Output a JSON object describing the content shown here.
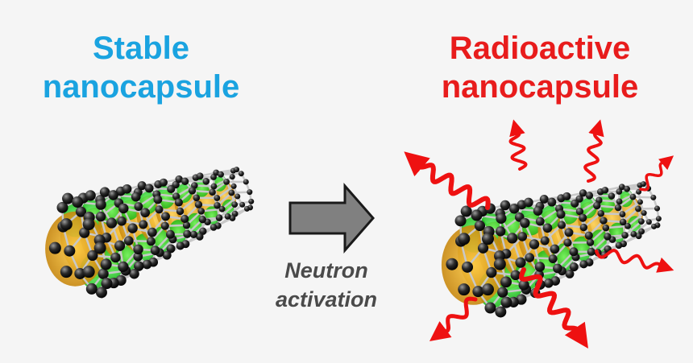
{
  "left_title": {
    "line1": "Stable",
    "line2": "nanocapsule"
  },
  "right_title": {
    "line1": "Radioactive",
    "line2": "nanocapsule"
  },
  "process": {
    "line1": "Neutron",
    "line2": "activation"
  },
  "colors": {
    "stable_title": "#1aa3e0",
    "radioactive_title": "#e81c1c",
    "arrow_fill": "#808080",
    "label_text": "#4a4a4a",
    "atom": "#2a2a2a",
    "bond": "#c8c8c8",
    "core_orange": "#e0a020",
    "core_green": "#33dd33",
    "radiation": "#ee1111"
  },
  "icons": {
    "left_image": "carbon-nanotube-capsule",
    "arrow": "right-arrow",
    "right_image": "radioactive-nanotube-capsule",
    "radiation": "wavy-radiation-arrow"
  }
}
